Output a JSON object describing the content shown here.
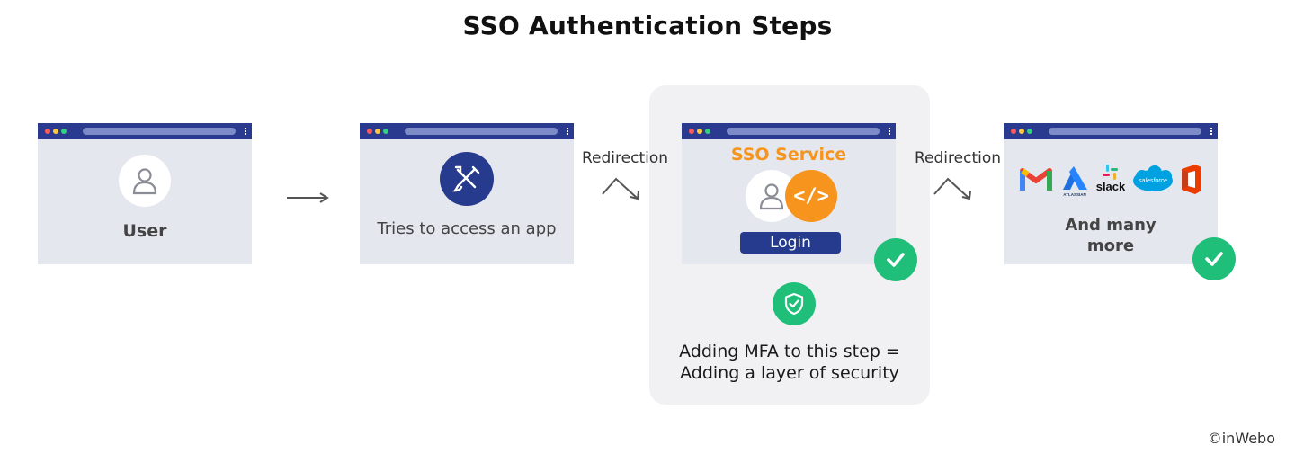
{
  "title": "SSO Authentication Steps",
  "steps": {
    "user": {
      "label": "User"
    },
    "app": {
      "label": "Tries to access an app"
    },
    "sso": {
      "heading": "SSO Service",
      "login_label": "Login",
      "mfa_line1": "Adding MFA to this step =",
      "mfa_line2": "Adding a layer of security"
    },
    "apps": {
      "label_line1": "And many",
      "label_line2": "more"
    }
  },
  "connectors": {
    "redirection_1": "Redirection",
    "redirection_2": "Redirection"
  },
  "logos": {
    "atlassian": "ATLASSIAN",
    "slack": "slack",
    "salesforce": "salesforce"
  },
  "icons": [
    "user-icon",
    "tools-icon",
    "code-icon",
    "check-icon",
    "shield-icon",
    "gmail-icon",
    "atlassian-icon",
    "slack-icon",
    "salesforce-icon",
    "office-icon"
  ],
  "colors": {
    "navy": "#263a8e",
    "orange": "#f7941d",
    "green": "#1fbf7a",
    "window": "#e4e7ee",
    "panel": "#f1f1f3"
  },
  "copyright": "©inWebo"
}
